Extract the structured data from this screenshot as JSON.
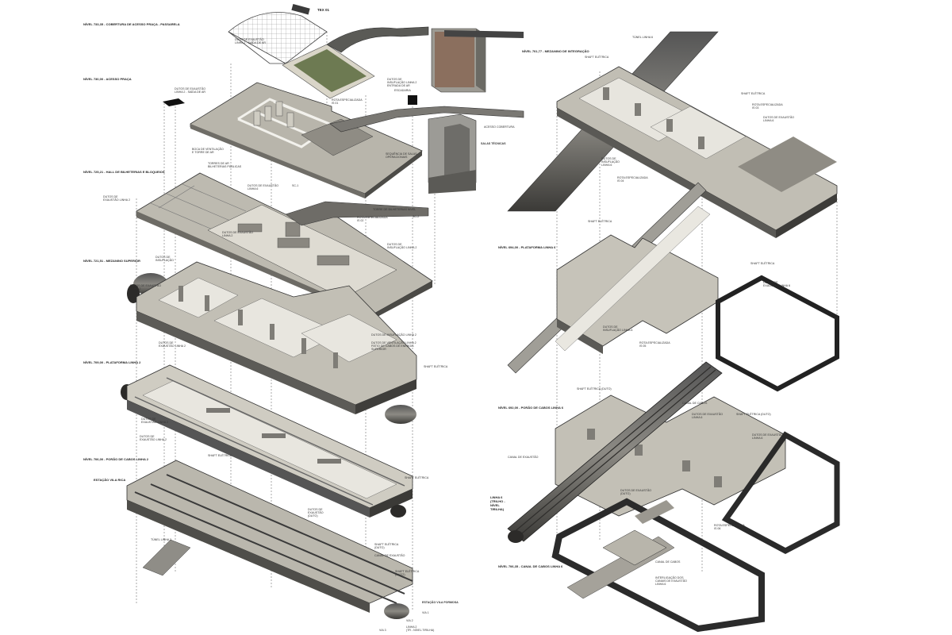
{
  "left_levels": [
    {
      "id": "n1",
      "label": "NÍVEL 733,35 - COBERTURA DE ACESSO PRAÇA - PASSARELA"
    },
    {
      "id": "n2",
      "label": "NÍVEL 730,00 - ACESSO PRAÇA"
    },
    {
      "id": "n3",
      "label": "NÍVEL 725,21 - HALL DE BILHETERIAS E BLOQUEIOS"
    },
    {
      "id": "n4",
      "label": "NÍVEL 721,51 - MEZANINO SUPERIOR"
    },
    {
      "id": "n5",
      "label": "NÍVEL 709,00 - PLATAFORMA LINHA 2"
    },
    {
      "id": "n6",
      "label": "NÍVEL 706,00 - PORÃO DE CABOS LINHA 2"
    },
    {
      "id": "n7",
      "label": "ESTAÇÃO VILA RICA"
    }
  ],
  "right_levels": [
    {
      "id": "r1",
      "label": "NÍVEL 701,77 - MEZANINO DE INTEGRAÇÃO"
    },
    {
      "id": "r2",
      "label": "NÍVEL 694,00 - PLATAFORMA LINHA 6"
    },
    {
      "id": "r3",
      "label": "NÍVEL 692,00 - PORÃO DE CABOS LINHA 6"
    },
    {
      "id": "r4",
      "label": "LINHA 6 (TRILHO - NÍVEL TIRILHA)"
    },
    {
      "id": "r5",
      "label": "NÍVEL 706,35 - CANAL DE CABOS LINHA 6"
    }
  ],
  "callouts": {
    "top_tag": "TEX 01",
    "dutos_exaustao_1": "DUTO DE EXAUSTÃO\nLINHA 2 - SAÍDA DE AR",
    "dutos_exaustao_2": "DUTOS DE EXAUSTÃO\nLINHA 2 - SAÍDA DE AR",
    "dutos_insuflacao": "DUTOS DE\nINSUFLAÇÃO LINHA 2\nENTRADA DE AR",
    "rota_especializada": "ROTA ESPECIALIZADA\nIS 01",
    "escadaria": "ESCADARIA",
    "acesso_cobertura": "ACESSO COBERTURA",
    "salas_tecnicas": "SALAS TÉCNICAS",
    "bocas_de_ar": "BOCA DE VENTILAÇÃO\nE TORRE DE AR",
    "torres_de_ar": "TORRES DE AR\nBILHETERIAS PÚBLICAS",
    "sequencia_salas": "SEQUÊNCIA DE SALAS\nOPERACIONAIS",
    "dutos_exaust_l2": "DUTOS DE\nEXAUSTÃO LINHA 2",
    "dutos_exaust_l6": "DUTOS DE EXAUSTÃO\nLINHA 6",
    "dutos_de_exaustao": "DUTOS DE EXAUSTÃO\nLINHA 2",
    "dutos_insuf_l2": "DUTOS DE\nINSUFLAÇÃO LINHA 2",
    "rota_espec_2": "ROTA ESPECIALIZADA\nIS 02",
    "sc_1": "SC-1",
    "sc_2": "SC-2",
    "dutos_de_insuflacao": "DUTOS DE\nINSUFLAÇÃO",
    "torre_bilheterias": "TORRE DE BILHETERIAS NIVEL",
    "dutos_insuflacao_l2": "DUTOS DE INSUFLAÇÃO LINHA 2",
    "dutos_ventilacao_linha": "DUTOS DE VENTILAÇÃO LINHA 2\nPÁTIO DE CABOS DE ENERGIA\nSUPERIOR",
    "shaft_eletrica": "SHAFT ELÉTRICA",
    "dutos_de_exaustao_l2": "DUTOS DE\nEXAUSTÃO LINHA 2",
    "dutos_exaust_linha2": "DUTOS DE\nEXAUSTÃO LINHA 2",
    "dutos_exaustao_linha_2": "DUTOS DE EXAUSTÃO\nLINHA 2",
    "shaft_eletrica_2": "SHAFT ELÉTRICA",
    "shaft_eletrica_3": "SHAFT ELÉTRICA",
    "shaft_eletrica_4": "SHAFT ELÉTRICA\n(DUTO)",
    "dutos_de_exaust": "DUTOS DE\nEXAUSTÃO\n(DUTO)",
    "canal_cabos": "CANAL DE EXAUSTÃO",
    "shaft_eletrica_5": "SHAFT ELÉTRICA\n(DUTO)",
    "tunel_linha2": "TÚNEL LINHA 2",
    "dutos_exaustao_3": "DUTOS DE\nEXAUSTÃO LINHA 2",
    "estacao_vila_formosa": "ESTAÇÃO VILA FORMOSA",
    "via1": "VIA 1",
    "via2": "VIA 2",
    "linha2": "LINHA 2\n(TR - NÍVEL TIRILHA)",
    "via3": "VIA 3",
    "tunel_linha6": "TÚNEL LINHA 6",
    "shaft_eletrica_r1": "SHAFT ELÉTRICA",
    "shaft_eletrica_r2": "SHAFT ELÉTRICA",
    "rota_especializada_r": "ROTA ESPECIALIZADA\nIS 03",
    "dutos_exaustao_r": "DUTOS DE EXAUSTÃO\nLINHA 6",
    "dutos_insuflacao_r": "DUTOS DE\nINSUFLAÇÃO\nLINHA 6",
    "rota_especializada_r2": "ROTA ESPECIALIZADA\nIS 04",
    "shaft_eletrica_r3": "SHAFT ELÉTRICA",
    "dutos_exaustao_r2": "DUTOS DE\nEXAUSTÃO LINHA 6",
    "dutos_insuflacao_r2": "DUTOS DE\nINSUFLAÇÃO LINHA 6",
    "rota_especializada_r3": "ROTA ESPECIALIZADA\nIS 05",
    "shaft_eletrica_r4": "SHAFT ELÉTRICA (DUTO)",
    "canal_cabos_r": "CANAL DE CABOS",
    "dutos_exaustao_r3": "DUTOS DE EXAUSTÃO\nLINHA 6",
    "shaft_eletrica_r5": "SHAFT ELÉTRICA (DUTO)",
    "dutos_exaustao_r4": "DUTOS DE EXAUSTÃO\nLINHA 6",
    "canal_exaustao_r": "CANAL DE EXAUSTÃO",
    "dutos_exaustao_r5": "DUTOS DE EXAUSTÃO\n(DUTO)",
    "rota_especializada_r4": "ROTA ESPECIALIZADA\nIS 06",
    "canal_de_cabos_r": "CANAL DE CABOS",
    "interligacao": "INTERLIGAÇÃO DOS\nCANAIS DE EXAUSTÃO\nLINHA 6"
  }
}
